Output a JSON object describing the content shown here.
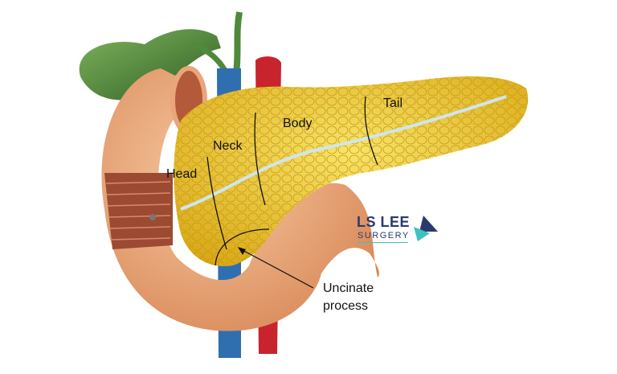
{
  "labels": {
    "head": "Head",
    "neck": "Neck",
    "body": "Body",
    "tail": "Tail",
    "uncinate_line1": "Uncinate",
    "uncinate_line2": "process"
  },
  "logo": {
    "line1": "LS LEE",
    "line2": "SURGERY"
  },
  "colors": {
    "pancreas": "#e8c52a",
    "duodenum": "#e9a67a",
    "gallbladder": "#4f8a3a",
    "vein": "#2f6fb0",
    "artery": "#c8242e",
    "logo_navy": "#2a3a6e",
    "logo_teal": "#3cc2c0"
  }
}
